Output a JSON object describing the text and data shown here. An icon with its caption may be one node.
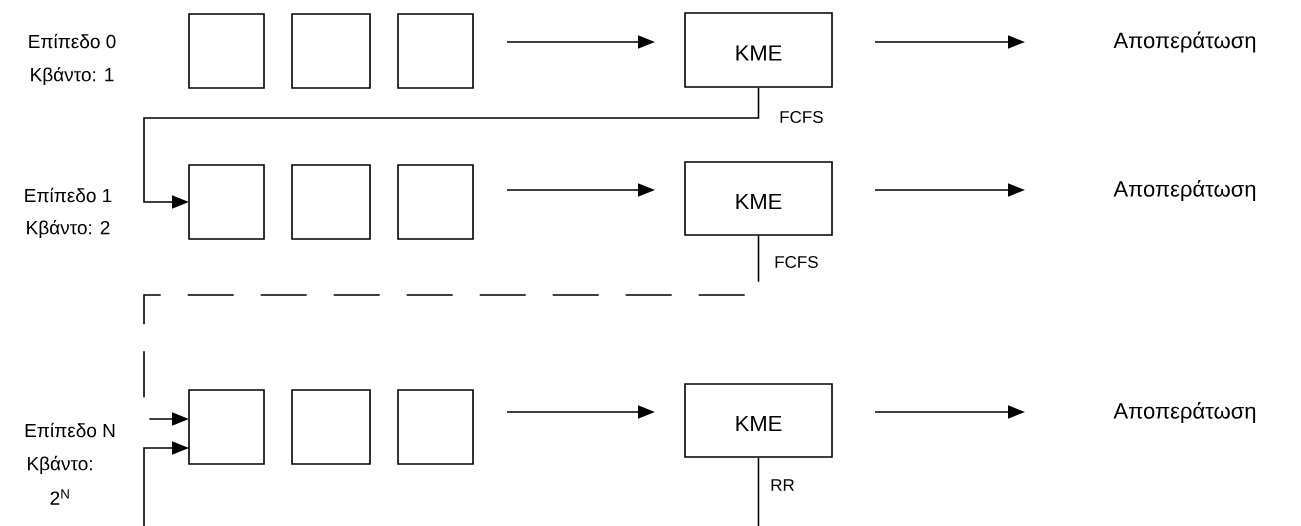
{
  "diagram": {
    "nodes": [
      {
        "text": [],
        "shape": "box"
      },
      {
        "text": [],
        "shape": "box"
      },
      {
        "text": [],
        "shape": "box"
      },
      {
        "text": [
          "KME"
        ]
      },
      {
        "text": [
          "Αποπεράτωση"
        ]
      },
      {
        "text": [],
        "shape": "box"
      },
      {
        "text": [],
        "shape": "box"
      },
      {
        "text": [],
        "shape": "box"
      },
      {
        "text": [
          "KME"
        ]
      },
      {
        "text": [
          "Αποπεράτωση"
        ]
      },
      {
        "text": [],
        "shape": "box"
      },
      {
        "text": [],
        "shape": "box"
      },
      {
        "text": [],
        "shape": "box"
      },
      {
        "text": [
          "KME"
        ]
      },
      {
        "text": [
          "Αποπεράτωση"
        ]
      }
    ],
    "edges": [
      {
        "from": 2,
        "to": 3,
        "arrow": "to"
      },
      {
        "from": 3,
        "to": 4,
        "arrow": "to"
      },
      {
        "from": 3,
        "to": 5,
        "arrow": "to",
        "label": "FCFS"
      },
      {
        "from": 7,
        "to": 8,
        "arrow": "to"
      },
      {
        "from": 8,
        "to": 9,
        "arrow": "to"
      },
      {
        "from": 8,
        "to": 10,
        "arrow": "to",
        "label": "FCFS",
        "style": "dashed"
      },
      {
        "from": 12,
        "to": 13,
        "arrow": "to"
      },
      {
        "from": 13,
        "to": 14,
        "arrow": "to"
      },
      {
        "from": 13,
        "to": 10,
        "arrow": "to",
        "label": "RR"
      }
    ],
    "labels": [
      "Επίπεδο 0",
      "Κβάντο: 1",
      "Επίπεδο 1",
      "Κβάντο: 2",
      "Επίπεδο N",
      "Κβάντο:",
      "2$^{N}$"
    ]
  }
}
